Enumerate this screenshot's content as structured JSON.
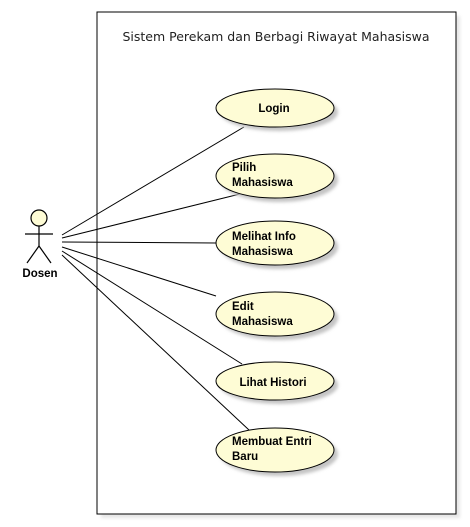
{
  "system": {
    "title": "Sistem Perekam dan Berbagi Riwayat Mahasiswa"
  },
  "actor": {
    "name": "Dosen"
  },
  "use_cases": [
    {
      "id": "login",
      "lines": [
        "Login"
      ]
    },
    {
      "id": "pilih-mahasiswa",
      "lines": [
        "Pilih",
        "Mahasiswa"
      ]
    },
    {
      "id": "melihat-info-mahasiswa",
      "lines": [
        "Melihat Info",
        "Mahasiswa"
      ]
    },
    {
      "id": "edit-mahasiswa",
      "lines": [
        "Edit",
        "Mahasiswa"
      ]
    },
    {
      "id": "lihat-histori",
      "lines": [
        "Lihat Histori"
      ]
    },
    {
      "id": "membuat-entri-baru",
      "lines": [
        "Membuat Entri",
        "Baru"
      ]
    }
  ],
  "colors": {
    "usecase_fill": "#fefcd5",
    "usecase_stroke": "#000000",
    "actor_fill": "#fefcd5",
    "line": "#000000",
    "shadow": "#c8c8c8"
  }
}
